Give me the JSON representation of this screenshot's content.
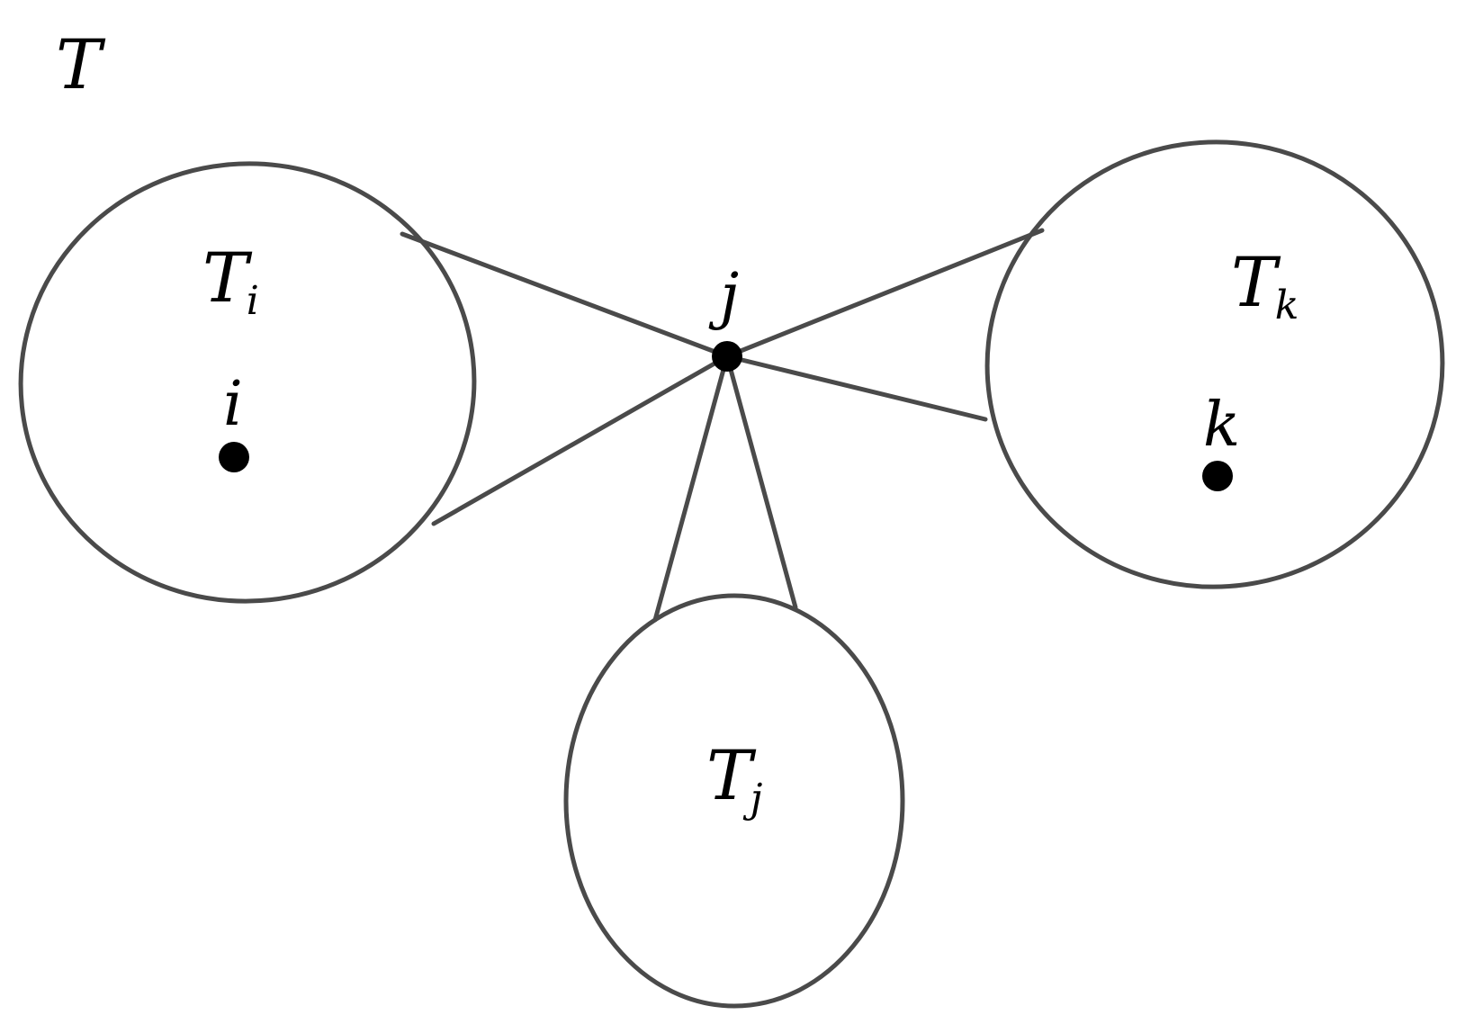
{
  "diagram": {
    "tree_label": "T",
    "center_node": {
      "label": "j"
    },
    "subtrees": [
      {
        "id": "i",
        "label_main": "T",
        "label_sub": "i",
        "node_label": "i"
      },
      {
        "id": "j",
        "label_main": "T",
        "label_sub": "j"
      },
      {
        "id": "k",
        "label_main": "T",
        "label_sub": "k",
        "node_label": "k"
      }
    ],
    "colors": {
      "stroke": "#4a4a4a",
      "node": "#000000",
      "background": "#ffffff"
    }
  }
}
